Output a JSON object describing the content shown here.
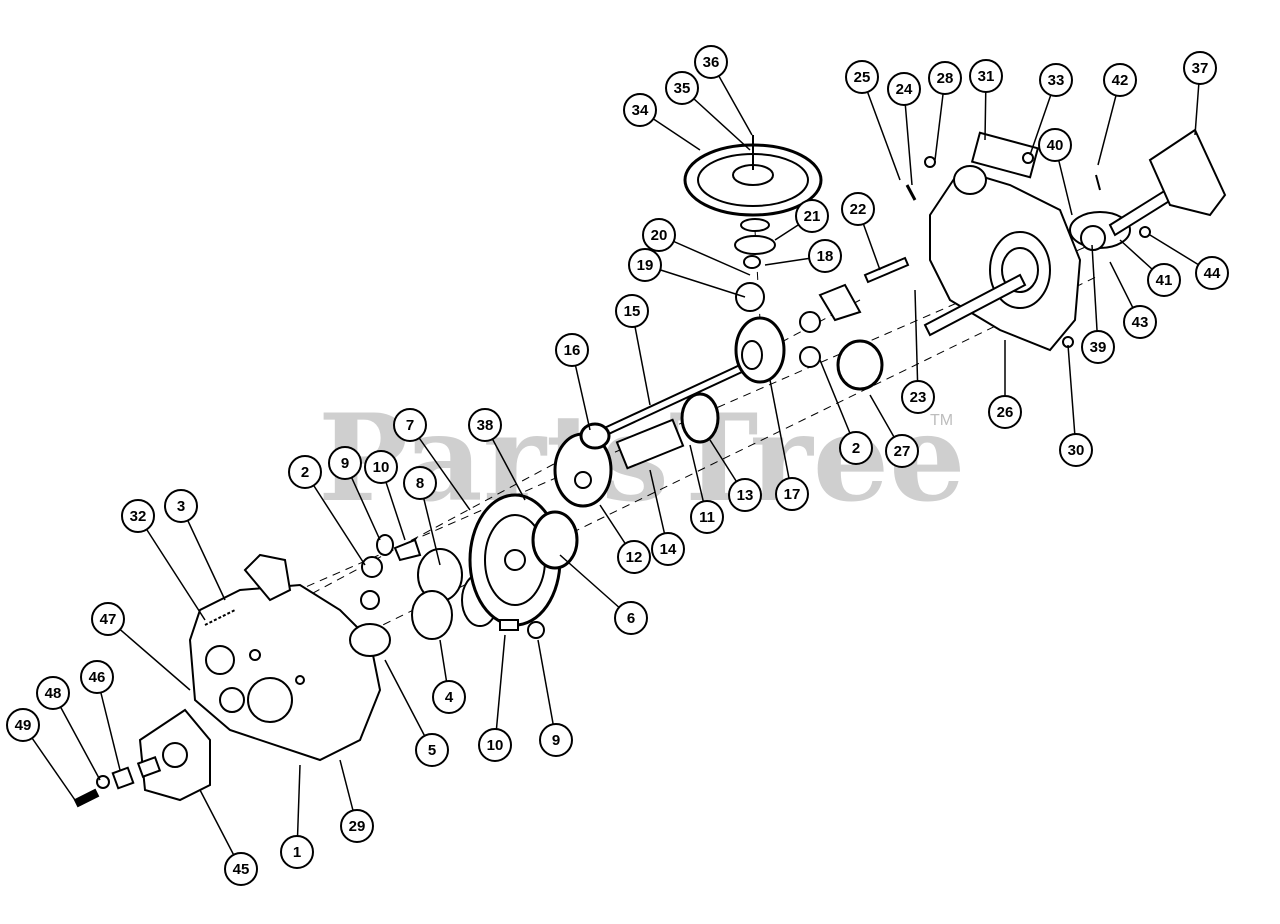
{
  "watermark": {
    "text": "PartsTree",
    "trademark": "TM"
  },
  "callouts": [
    {
      "label": "1"
    },
    {
      "label": "2"
    },
    {
      "label": "2"
    },
    {
      "label": "3"
    },
    {
      "label": "4"
    },
    {
      "label": "5"
    },
    {
      "label": "6"
    },
    {
      "label": "7"
    },
    {
      "label": "8"
    },
    {
      "label": "9"
    },
    {
      "label": "9"
    },
    {
      "label": "10"
    },
    {
      "label": "10"
    },
    {
      "label": "11"
    },
    {
      "label": "12"
    },
    {
      "label": "13"
    },
    {
      "label": "14"
    },
    {
      "label": "15"
    },
    {
      "label": "16"
    },
    {
      "label": "17"
    },
    {
      "label": "18"
    },
    {
      "label": "19"
    },
    {
      "label": "20"
    },
    {
      "label": "21"
    },
    {
      "label": "22"
    },
    {
      "label": "23"
    },
    {
      "label": "24"
    },
    {
      "label": "25"
    },
    {
      "label": "26"
    },
    {
      "label": "27"
    },
    {
      "label": "28"
    },
    {
      "label": "29"
    },
    {
      "label": "30"
    },
    {
      "label": "31"
    },
    {
      "label": "32"
    },
    {
      "label": "33"
    },
    {
      "label": "34"
    },
    {
      "label": "35"
    },
    {
      "label": "36"
    },
    {
      "label": "37"
    },
    {
      "label": "38"
    },
    {
      "label": "39"
    },
    {
      "label": "40"
    },
    {
      "label": "41"
    },
    {
      "label": "42"
    },
    {
      "label": "43"
    },
    {
      "label": "44"
    },
    {
      "label": "45"
    },
    {
      "label": "46"
    },
    {
      "label": "47"
    },
    {
      "label": "48"
    },
    {
      "label": "49"
    }
  ]
}
